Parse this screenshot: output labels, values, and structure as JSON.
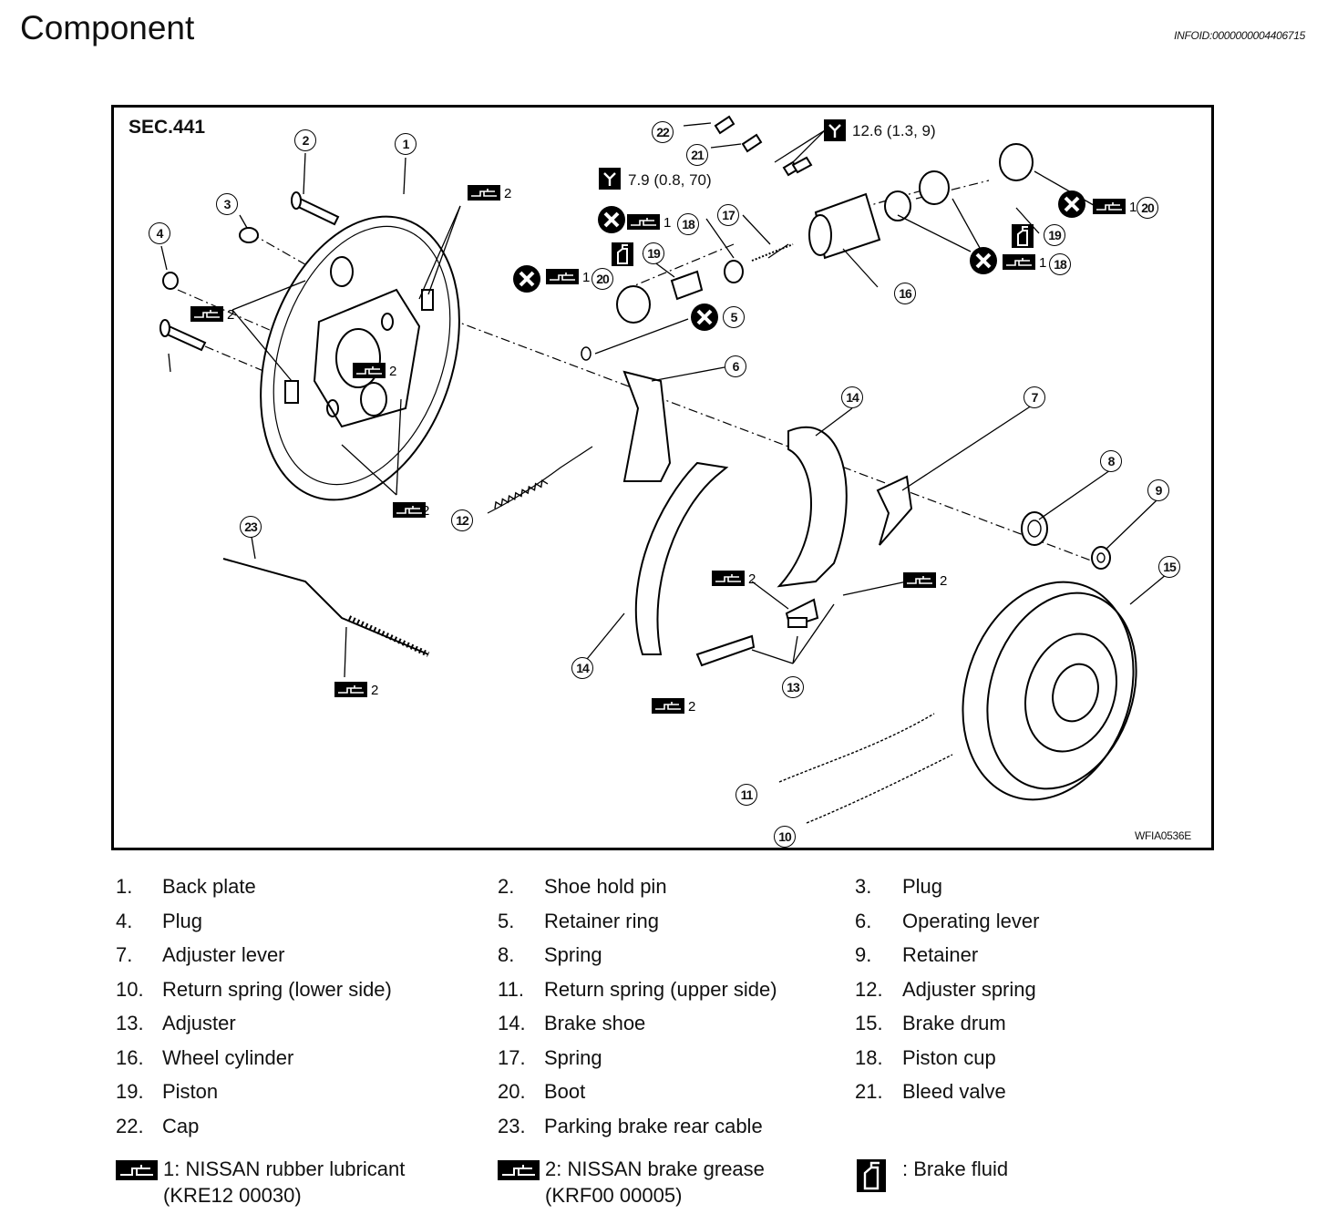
{
  "header": {
    "title": "Component",
    "info_id": "INFOID:0000000004406715"
  },
  "figure": {
    "section": "SEC.441",
    "figure_id": "WFIA0536E",
    "torques": [
      {
        "text": "12.6 (1.3, 9)"
      },
      {
        "text": "7.9 (0.8, 70)"
      }
    ],
    "callouts": [
      "1",
      "2",
      "3",
      "4",
      "5",
      "6",
      "7",
      "8",
      "9",
      "10",
      "11",
      "12",
      "13",
      "14",
      "15",
      "16",
      "17",
      "18",
      "19",
      "20",
      "21",
      "22",
      "23"
    ],
    "grease_marks": [
      "2",
      "2",
      "2",
      "2",
      "2",
      "2",
      "2",
      "2",
      "1",
      "1",
      "1",
      "1"
    ]
  },
  "parts": [
    {
      "num": "1.",
      "label": "Back plate"
    },
    {
      "num": "2.",
      "label": "Shoe hold pin"
    },
    {
      "num": "3.",
      "label": "Plug"
    },
    {
      "num": "4.",
      "label": "Plug"
    },
    {
      "num": "5.",
      "label": "Retainer ring"
    },
    {
      "num": "6.",
      "label": "Operating lever"
    },
    {
      "num": "7.",
      "label": "Adjuster lever"
    },
    {
      "num": "8.",
      "label": "Spring"
    },
    {
      "num": "9.",
      "label": "Retainer"
    },
    {
      "num": "10.",
      "label": "Return spring (lower side)"
    },
    {
      "num": "11.",
      "label": "Return spring (upper side)"
    },
    {
      "num": "12.",
      "label": "Adjuster spring"
    },
    {
      "num": "13.",
      "label": "Adjuster"
    },
    {
      "num": "14.",
      "label": "Brake shoe"
    },
    {
      "num": "15.",
      "label": "Brake drum"
    },
    {
      "num": "16.",
      "label": "Wheel cylinder"
    },
    {
      "num": "17.",
      "label": "Spring"
    },
    {
      "num": "18.",
      "label": "Piston cup"
    },
    {
      "num": "19.",
      "label": "Piston"
    },
    {
      "num": "20.",
      "label": "Boot"
    },
    {
      "num": "21.",
      "label": "Bleed valve"
    },
    {
      "num": "22.",
      "label": "Cap"
    },
    {
      "num": "23.",
      "label": "Parking brake rear cable"
    }
  ],
  "notes": {
    "rubber_line1": "1: NISSAN rubber lubricant",
    "rubber_line2": "(KRE12 00030)",
    "grease_line1": "2: NISSAN brake grease",
    "grease_line2": "(KRF00 00005)",
    "fluid": ": Brake fluid"
  }
}
